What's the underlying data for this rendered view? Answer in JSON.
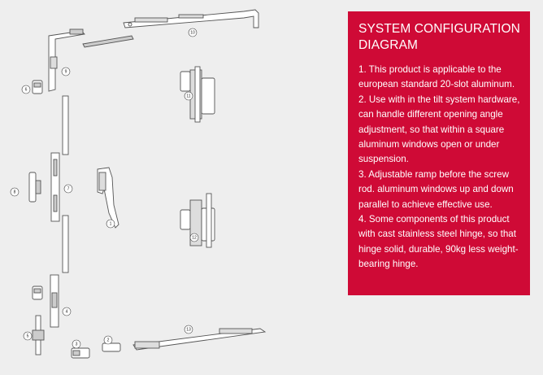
{
  "info_panel": {
    "title": "SYSTEM CONFIGURATION DIAGRAM",
    "notes": [
      "1. This product is applicable to the european standard 20-slot aluminum.",
      "2. Use with in the tilt system hardware, can handle different opening angle adjustment, so that within a square aluminum windows open or under suspension.",
      "3. Adjustable ramp before the screw rod. aluminum windows up and down parallel to achieve effective use.",
      "4. Some components of this product with cast stainless steel hinge, so that hinge solid, durable, 90kg less weight-bearing hinge."
    ],
    "background_color": "#cf0a36"
  },
  "diagram": {
    "background_color": "#eeeeee",
    "part_labels": [
      "1",
      "2",
      "3",
      "4",
      "5",
      "6",
      "7",
      "8",
      "9",
      "10",
      "11",
      "12",
      "13"
    ]
  }
}
